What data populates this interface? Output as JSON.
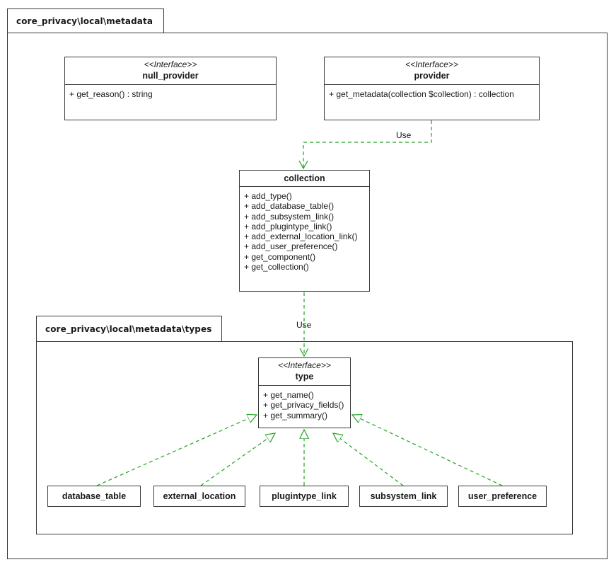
{
  "colors": {
    "edge_green": "#23a223",
    "border": "#3b3b3b",
    "background": "#ffffff",
    "text": "#1a1a1a"
  },
  "packages": [
    {
      "title": "core_privacy\\local\\metadata"
    },
    {
      "title": "core_privacy\\local\\metadata\\types"
    }
  ],
  "nodes": {
    "null_provider": {
      "stereotype": "<<Interface>>",
      "name": "null_provider",
      "methods": [
        "+ get_reason() : string"
      ]
    },
    "provider": {
      "stereotype": "<<Interface>>",
      "name": "provider",
      "methods": [
        "+ get_metadata(collection $collection) : collection"
      ]
    },
    "collection": {
      "name": "collection",
      "methods": [
        "+ add_type()",
        "+ add_database_table()",
        "+ add_subsystem_link()",
        "+ add_plugintype_link()",
        "+ add_external_location_link()",
        "+ add_user_preference()",
        "+ get_component()",
        "+ get_collection()"
      ]
    },
    "type": {
      "stereotype": "<<Interface>>",
      "name": "type",
      "methods": [
        "+ get_name()",
        "+ get_privacy_fields()",
        "+ get_summary()"
      ]
    },
    "database_table": {
      "name": "database_table"
    },
    "external_location": {
      "name": "external_location"
    },
    "plugintype_link": {
      "name": "plugintype_link"
    },
    "subsystem_link": {
      "name": "subsystem_link"
    },
    "user_preference": {
      "name": "user_preference"
    }
  },
  "edges": [
    {
      "from": "provider",
      "to": "collection",
      "type": "dependency",
      "label": "Use"
    },
    {
      "from": "collection",
      "to": "type",
      "type": "dependency",
      "label": "Use"
    },
    {
      "from": "database_table",
      "to": "type",
      "type": "realization"
    },
    {
      "from": "external_location",
      "to": "type",
      "type": "realization"
    },
    {
      "from": "plugintype_link",
      "to": "type",
      "type": "realization"
    },
    {
      "from": "subsystem_link",
      "to": "type",
      "type": "realization"
    },
    {
      "from": "user_preference",
      "to": "type",
      "type": "realization"
    }
  ]
}
